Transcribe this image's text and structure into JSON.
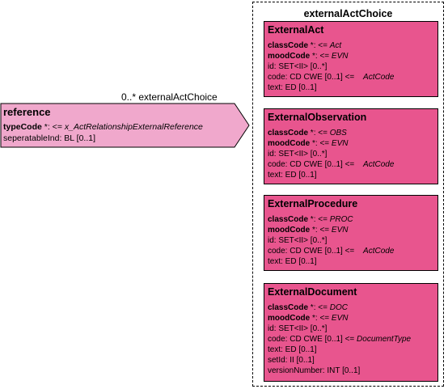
{
  "association": {
    "label": "0..* externalActChoice"
  },
  "reference": {
    "title": "reference",
    "attributes": [
      {
        "name": "typeCode",
        "suffix": " *: <=",
        "value": "x_ActRelationshipExternalReference"
      },
      {
        "text": "seperatableInd: BL [0..1]"
      }
    ]
  },
  "choice": {
    "title": "externalActChoice",
    "classes": [
      {
        "title": "ExternalAct",
        "attributes": [
          {
            "name": "classCode",
            "suffix": " *: <= ",
            "value": "Act"
          },
          {
            "name": "moodCode",
            "suffix": " *: <= ",
            "value": "EVN"
          },
          {
            "text": "id: SET<II> [0..*]"
          },
          {
            "text": "code: CD CWE [0..1] <= ",
            "value": "ActCode"
          },
          {
            "text": "text: ED [0..1]"
          }
        ]
      },
      {
        "title": "ExternalObservation",
        "attributes": [
          {
            "name": "classCode",
            "suffix": " *: <= ",
            "value": "OBS"
          },
          {
            "name": "moodCode",
            "suffix": " *: <= ",
            "value": "EVN"
          },
          {
            "text": "id: SET<II> [0..*]"
          },
          {
            "text": "code: CD CWE [0..1] <= ",
            "value": "ActCode"
          },
          {
            "text": "text: ED [0..1]"
          }
        ]
      },
      {
        "title": "ExternalProcedure",
        "attributes": [
          {
            "name": "classCode",
            "suffix": " *: <= ",
            "value": "PROC"
          },
          {
            "name": "moodCode",
            "suffix": " *: <= ",
            "value": "EVN"
          },
          {
            "text": "id: SET<II> [0..*]"
          },
          {
            "text": "code: CD CWE [0..1] <= ",
            "value": "ActCode"
          },
          {
            "text": "text: ED [0..1]"
          }
        ]
      },
      {
        "title": "ExternalDocument",
        "attributes": [
          {
            "name": "classCode",
            "suffix": " *: <= ",
            "value": "DOC"
          },
          {
            "name": "moodCode",
            "suffix": " *: <= ",
            "value": "EVN"
          },
          {
            "text": "id: SET<II> [0..*]"
          },
          {
            "text": "code: CD CWE [0..1] <= ",
            "value": "DocumentType"
          },
          {
            "text": "text: ED [0..1]"
          },
          {
            "text": "setId: II [0..1]"
          },
          {
            "text": "versionNumber: INT [0..1]"
          }
        ]
      }
    ]
  },
  "colors": {
    "act_class": "#e8558e",
    "act_relationship": "#f0a8cc"
  }
}
